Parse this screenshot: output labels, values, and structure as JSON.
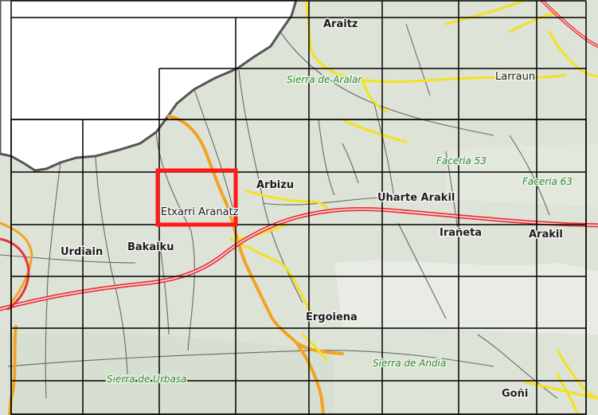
{
  "map": {
    "colors": {
      "terrain": "#dde3d6",
      "sea": "#ffffff",
      "grid": "#000000",
      "highway": "#e8333a",
      "main_road": "#f5e11e",
      "regional_road": "#f0a422",
      "boundary": "#555555",
      "highlight": "#ff1a1a"
    },
    "places": {
      "araitz": "Araitz",
      "larraun": "Larraun",
      "arbizu": "Arbizu",
      "uharte_arakil": "Uharte Arakil",
      "etxarri_aranatz": "Etxarri Aranatz",
      "irañeta": "Irañeta",
      "arakil": "Arakil",
      "urdiain": "Urdiain",
      "bakaiku": "Bakaiku",
      "ergoiena": "Ergoiena",
      "goñi": "Goñi"
    },
    "areas": {
      "sierra_aralar": "Sierra de Aralar",
      "faceria_53": "Faceria 53",
      "faceria_63": "Faceria 63",
      "sierra_andia": "Sierra de Andia",
      "sierra_urbasa": "Sierra de Urbasa"
    },
    "highlighted_cell": "Etxarri Aranatz"
  }
}
